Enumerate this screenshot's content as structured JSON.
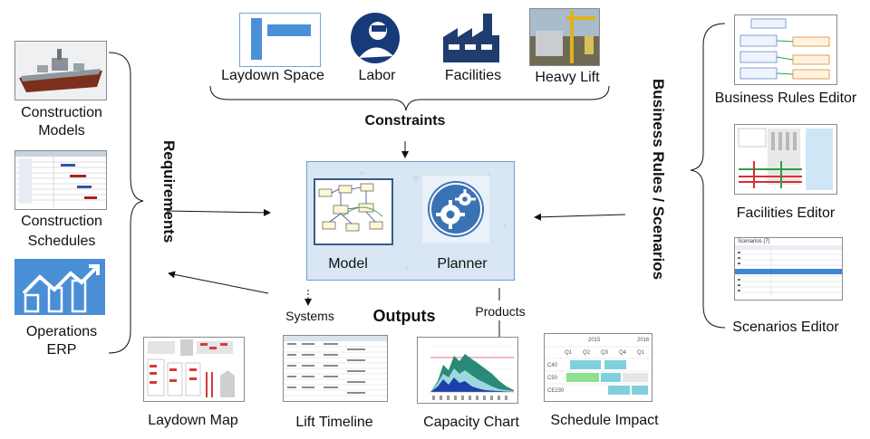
{
  "constraints": {
    "title": "Constraints",
    "items": [
      "Laydown Space",
      "Labor",
      "Facilities",
      "Heavy Lift"
    ]
  },
  "requirements": {
    "title": "Requirements",
    "items": [
      [
        "Construction",
        "Models"
      ],
      [
        "Construction",
        "Schedules"
      ],
      [
        "Operations",
        "ERP"
      ]
    ]
  },
  "business_rules": {
    "title": "Business Rules / Scenarios",
    "items": [
      "Business Rules Editor",
      "Facilities Editor",
      "Scenarios Editor"
    ]
  },
  "center": {
    "model_label": "Model",
    "planner_label": "Planner"
  },
  "outputs": {
    "title": "Outputs",
    "systems_label": "Systems",
    "products_label": "Products",
    "items": [
      "Laydown Map",
      "Lift Timeline",
      "Capacity Chart",
      "Schedule Impact"
    ]
  },
  "schedule_header": {
    "year1": "2015",
    "year2": "2016",
    "cols": [
      "Q1",
      "Q2",
      "Q3",
      "Q4",
      "Q1"
    ]
  },
  "schedule_rows": [
    "C40",
    "C50",
    "CE230"
  ],
  "scenarios_header": "Scenarios (7)",
  "colors": {
    "accent_blue": "#2f6db5",
    "planner_blue": "#3a73b4",
    "center_bg": "#d9e6f3"
  }
}
